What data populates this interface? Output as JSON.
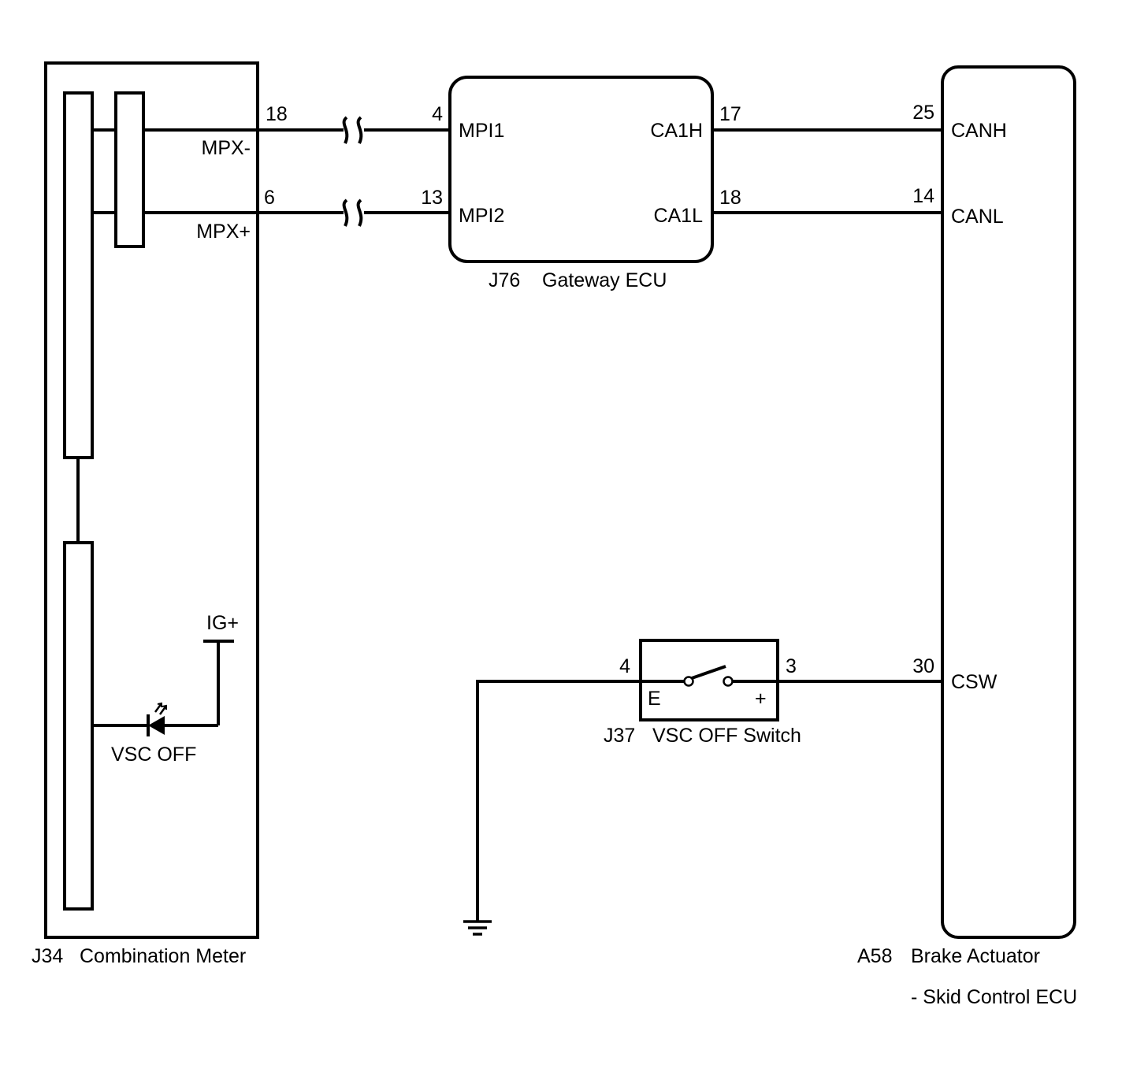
{
  "components": {
    "combination_meter": {
      "id": "J34",
      "name": "Combination Meter"
    },
    "gateway_ecu": {
      "id": "J76",
      "name": "Gateway ECU"
    },
    "brake_actuator": {
      "id": "A58",
      "name": "Brake Actuator",
      "name_line2": "- Skid Control ECU"
    },
    "vsc_off_switch": {
      "id": "J37",
      "name": "VSC OFF Switch",
      "terminal_e": "E",
      "terminal_plus": "+"
    }
  },
  "meter": {
    "mpx_minus": {
      "label": "MPX-",
      "pin": "18"
    },
    "mpx_plus": {
      "label": "MPX+",
      "pin": "6"
    },
    "ig_plus": "IG+",
    "indicator": "VSC OFF"
  },
  "gateway": {
    "mpi1": {
      "label": "MPI1",
      "pin": "4"
    },
    "mpi2": {
      "label": "MPI2",
      "pin": "13"
    },
    "ca1h": {
      "label": "CA1H",
      "pin": "17"
    },
    "ca1l": {
      "label": "CA1L",
      "pin": "18"
    }
  },
  "actuator": {
    "canh": {
      "label": "CANH",
      "pin": "25"
    },
    "canl": {
      "label": "CANL",
      "pin": "14"
    },
    "csw": {
      "label": "CSW",
      "pin": "30"
    }
  },
  "switch_pins": {
    "e_pin": "4",
    "plus_pin": "3"
  }
}
